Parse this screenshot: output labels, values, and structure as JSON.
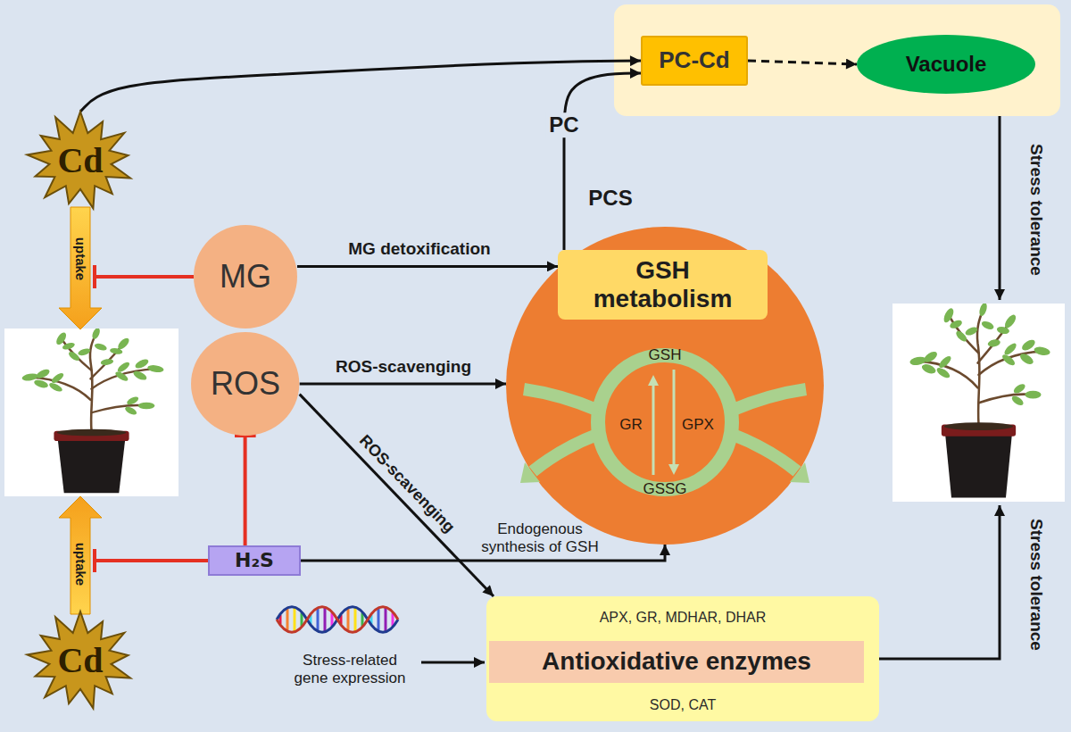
{
  "diagram": {
    "nodes": [
      {
        "text": [
          "Cd"
        ]
      },
      {
        "text": [
          "PC-Cd"
        ]
      },
      {
        "text": [
          "Vacuole"
        ]
      },
      {
        "text": [
          "MG"
        ]
      },
      {
        "text": [
          "ROS"
        ]
      },
      {
        "text": [
          "GSH",
          "GR",
          "GPX",
          "GSSG"
        ]
      },
      {
        "text": [
          "GSH metabolism"
        ],
        "in": 5
      },
      {
        "text": [
          "H₂S"
        ]
      },
      {
        "text": [
          "APX, GR, MDHAR, DHAR",
          "SOD, CAT"
        ]
      },
      {
        "text": [
          "Antioxidative enzymes"
        ],
        "in": 8
      },
      {
        "text": [
          "Cd"
        ]
      }
    ],
    "edges": [
      {
        "from": 0,
        "to": 1,
        "arrow": "to"
      },
      {
        "from": 1,
        "to": 2,
        "arrow": "to"
      },
      {
        "from": 3,
        "to": 6,
        "label": "MG detoxification",
        "arrow": "to"
      },
      {
        "from": 4,
        "to": 5,
        "label": "ROS-scavenging",
        "arrow": "to"
      },
      {
        "from": 4,
        "to": 8,
        "label": "ROS-scavenging",
        "arrow": "to"
      },
      {
        "from": 7,
        "to": 4,
        "arrow": "to"
      },
      {
        "from": 7,
        "to": 5,
        "label": "Endogenous synthesis of GSH",
        "arrow": "to"
      },
      {
        "from": 6,
        "to": 1,
        "label": "PCS",
        "arrow": "to"
      }
    ],
    "labels": [
      "uptake",
      "uptake",
      "PC",
      "Stress tolerance",
      "Stress tolerance",
      "Stress-related gene expression"
    ]
  }
}
